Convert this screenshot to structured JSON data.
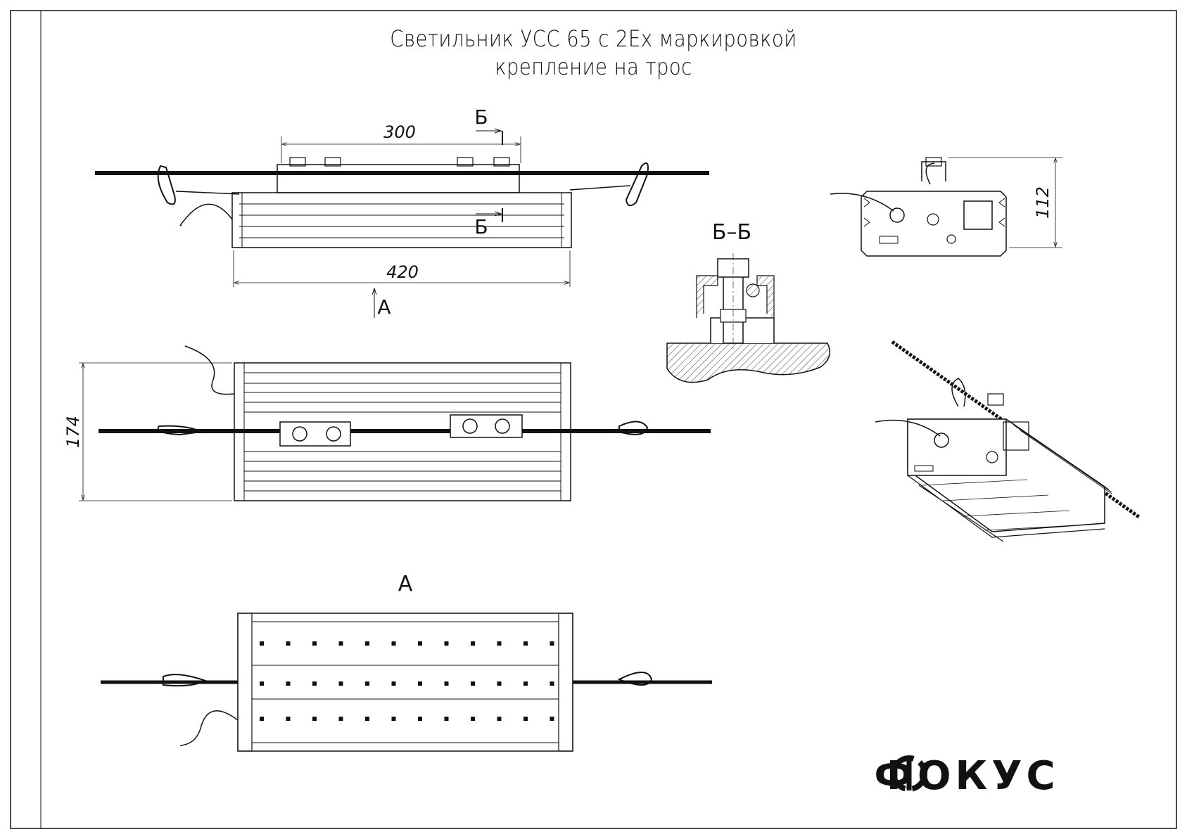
{
  "title": {
    "line1": "Светильник УСС 65 с 2Ех маркировкой",
    "line2": "крепление на трос"
  },
  "dimensions": {
    "clamp_spacing": "300",
    "body_length": "420",
    "body_width": "174",
    "height": "112"
  },
  "labels": {
    "section_mark": "Б",
    "section_title": "Б–Б",
    "view_arrow": "A",
    "view_title": "A"
  },
  "logo": {
    "text": "ФОКУС"
  },
  "colors": {
    "line": "#111111",
    "hatch": "#555555"
  }
}
